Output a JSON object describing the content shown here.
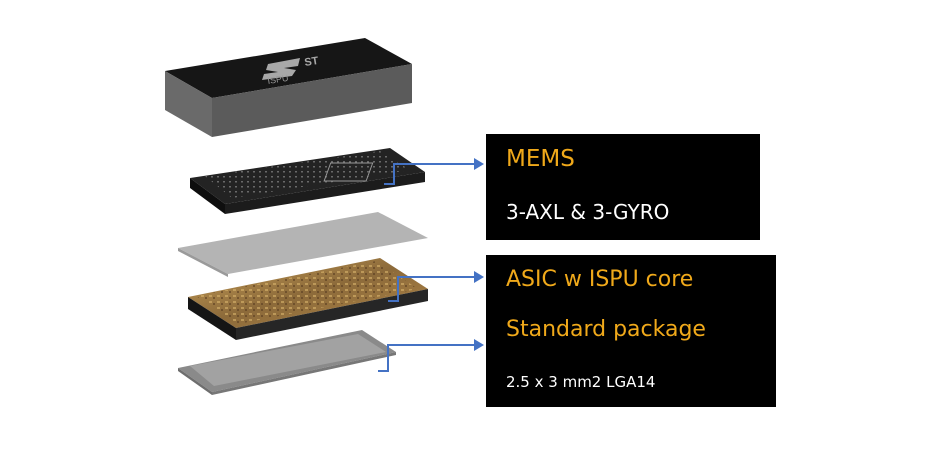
{
  "labels": {
    "mems_title": "MEMS",
    "mems_subtitle": "3-AXL & 3-GYRO",
    "asic_title": "ASIC w ISPU core",
    "package_title": "Standard package",
    "package_subtitle": "2.5 x 3 mm2 LGA14"
  },
  "chip_markings": {
    "brand": "ST",
    "product": "ISPU"
  },
  "layers": [
    "mold-cap",
    "mems-die",
    "spacer-film",
    "asic-die",
    "substrate"
  ],
  "colors": {
    "label_background": "#000000",
    "accent_text": "#f0a91a",
    "primary_text": "#ffffff",
    "connector": "#4472c4"
  }
}
